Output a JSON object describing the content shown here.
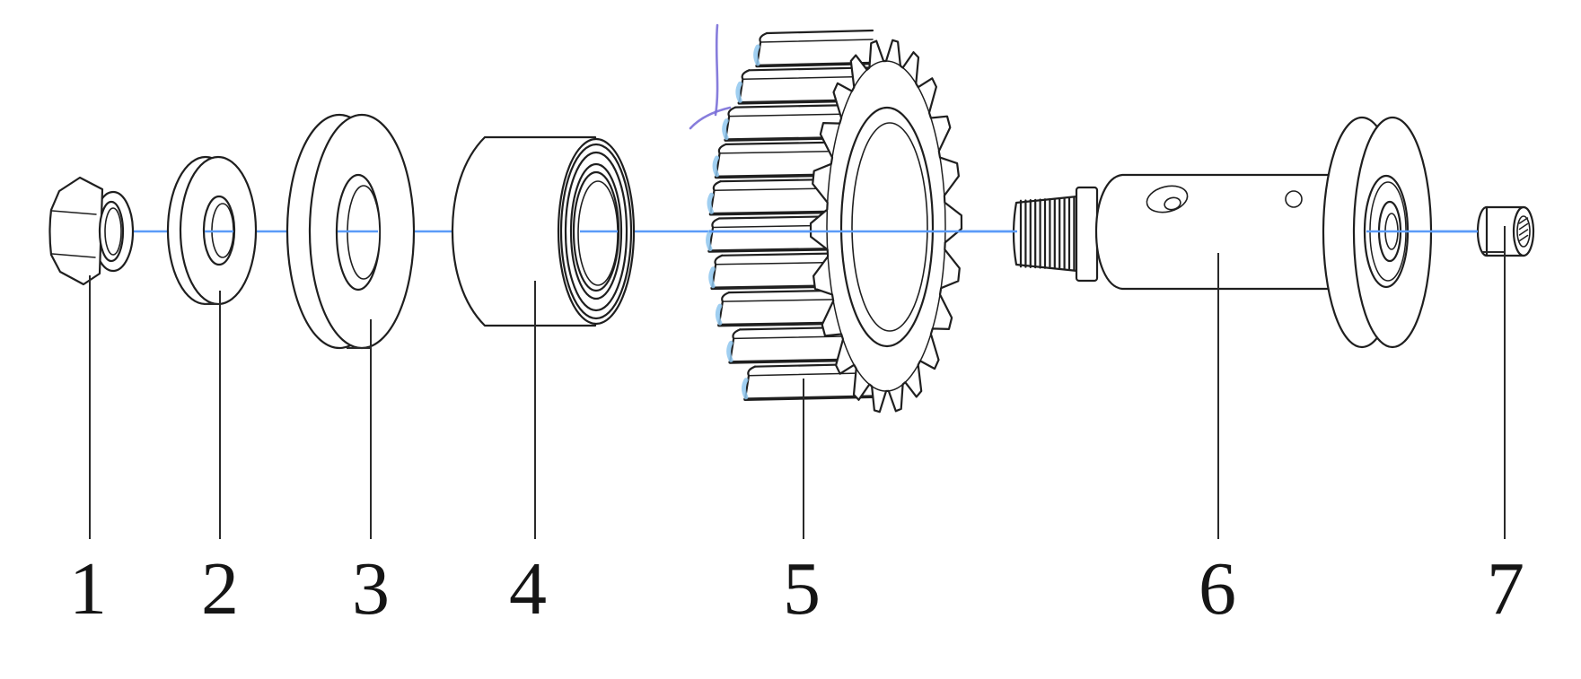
{
  "diagram": {
    "type": "exploded-assembly-diagram",
    "parts": [
      {
        "label": "1"
      },
      {
        "label": "2"
      },
      {
        "label": "3"
      },
      {
        "label": "4"
      },
      {
        "label": "5"
      },
      {
        "label": "6"
      },
      {
        "label": "7"
      }
    ],
    "colors": {
      "line": "#1f1f1f",
      "centerline": "#5b9bf8",
      "tooth_shading": "#8fc7ee",
      "sketch_stroke": "#7a6fd8",
      "background": "#ffffff",
      "label_color": "#151515"
    }
  }
}
